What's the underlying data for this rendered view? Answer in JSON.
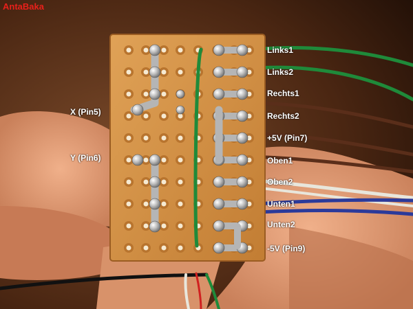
{
  "watermark": "AntaBaka",
  "left_labels": {
    "x_pin": "X (Pin5)",
    "y_pin": "Y (Pin6)"
  },
  "right_labels": [
    "Links1",
    "Links2",
    "Rechts1",
    "Rechts2",
    "+5V (Pin7)",
    "Oben1",
    "Oben2",
    "Unten1",
    "Unten2",
    "-5V (Pin9)"
  ],
  "colors": {
    "board": "#d4913e",
    "solder": "#c8c8c8",
    "wire_green": "#1f8a3a",
    "wire_brown": "#5a2e1a",
    "wire_white": "#e8e6dc",
    "wire_blue": "#2b3a9a",
    "wire_black": "#111111",
    "skin": "#e7a27a"
  }
}
